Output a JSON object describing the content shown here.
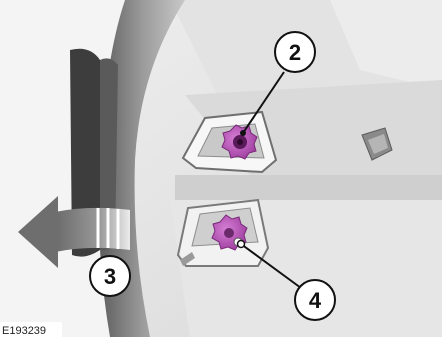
{
  "figure": {
    "code": "E193239"
  },
  "callouts": [
    {
      "id": "2",
      "label": "2"
    },
    {
      "id": "3",
      "label": "3"
    },
    {
      "id": "4",
      "label": "4"
    }
  ],
  "colors": {
    "knob_fill": "#b84fb8",
    "knob_center": "#5a1b5a",
    "panel_light": "#e9e9e9",
    "panel_mid": "#d3d3d3",
    "panel_dark": "#8d8d8d",
    "arrow_fill": "#6e6e6e",
    "badge_fill": "#ffffff",
    "badge_stroke": "#111111"
  },
  "icons": {
    "upper_knob": "adjustment-knob-icon",
    "lower_knob": "adjustment-knob-icon",
    "arrow": "rotate-outward-arrow-icon"
  }
}
